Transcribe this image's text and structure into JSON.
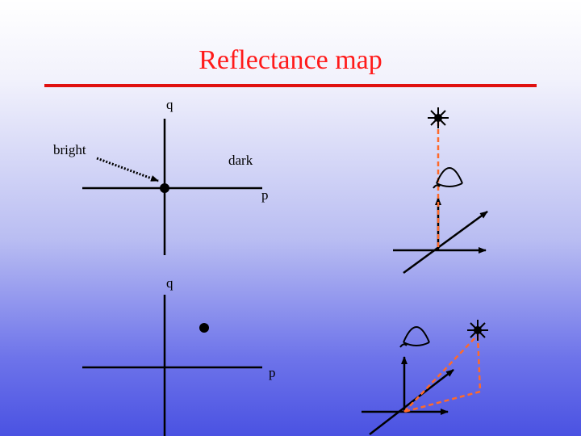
{
  "slide": {
    "title": "Reflectance map",
    "title_color": "#ff1a1a"
  },
  "top_plot": {
    "q_axis_label": "q",
    "p_axis_label": "p",
    "bright_label": "bright",
    "dark_label": "dark"
  },
  "bottom_plot": {
    "q_axis_label": "q",
    "p_axis_label": "p"
  },
  "icons": {
    "light_source": "light-source-icon",
    "viewer": "eye-icon"
  },
  "colors": {
    "divider": "#e01010",
    "ray": "#ff6a2a",
    "axes": "#000000"
  }
}
